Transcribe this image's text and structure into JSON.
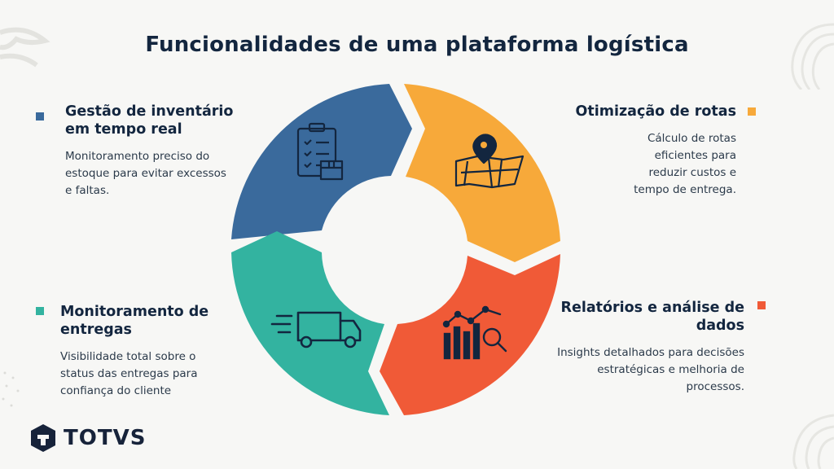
{
  "title": "Funcionalidades de uma plataforma logística",
  "colors": {
    "blue": "#3a6a9c",
    "orange": "#f7a93a",
    "red": "#f05a37",
    "teal": "#33b3a0",
    "dark": "#13263f"
  },
  "sections": [
    {
      "heading": "Gestão de inventário em tempo real",
      "description": "Monitoramento preciso do estoque para evitar excessos e faltas.",
      "icon": "clipboard-box-icon",
      "color": "#3a6a9c"
    },
    {
      "heading": "Otimização de rotas",
      "description": "Cálculo de rotas eficientes para reduzir custos e tempo de entrega.",
      "icon": "map-pin-icon",
      "color": "#f7a93a"
    },
    {
      "heading": "Monitoramento de entregas",
      "description": "Visibilidade total sobre o status das entregas para confiança do cliente",
      "icon": "delivery-truck-icon",
      "color": "#33b3a0"
    },
    {
      "heading": "Relatórios e análise de dados",
      "description": "Insights detalhados para decisões estratégicas e melhoria de processos.",
      "icon": "chart-magnifier-icon",
      "color": "#f05a37"
    }
  ],
  "brand": "TOTVS"
}
